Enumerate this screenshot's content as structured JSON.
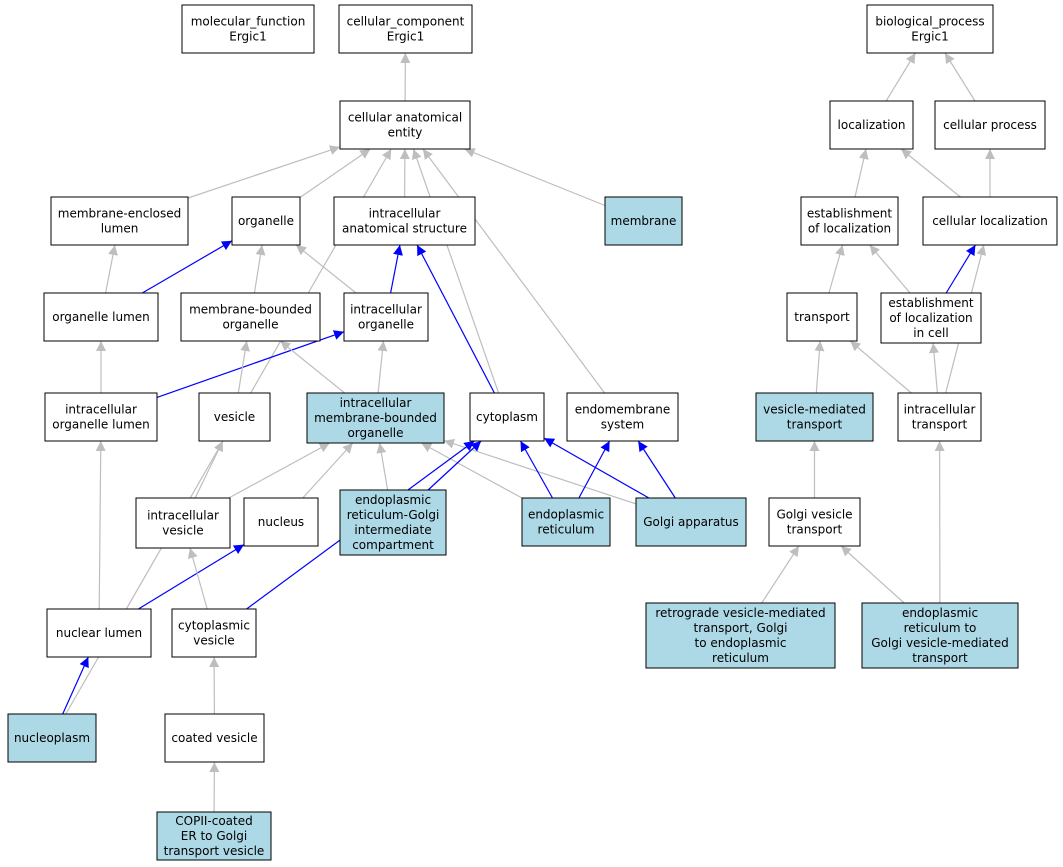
{
  "colors": {
    "highlight_fill": "#add8e6",
    "plain_fill": "#ffffff",
    "gray_edge": "#bebebe",
    "blue_edge": "#0000ff"
  },
  "nodes": [
    {
      "id": "molecular_function",
      "lines": [
        "molecular_function",
        "Ergic1"
      ],
      "highlighted": false
    },
    {
      "id": "cellular_component",
      "lines": [
        "cellular_component",
        "Ergic1"
      ],
      "highlighted": false
    },
    {
      "id": "biological_process",
      "lines": [
        "biological_process",
        "Ergic1"
      ],
      "highlighted": false
    },
    {
      "id": "cellular_anatomical_entity",
      "lines": [
        "cellular anatomical",
        "entity"
      ],
      "highlighted": false
    },
    {
      "id": "localization",
      "lines": [
        "localization"
      ],
      "highlighted": false
    },
    {
      "id": "cellular_process",
      "lines": [
        "cellular process"
      ],
      "highlighted": false
    },
    {
      "id": "membrane_enclosed_lumen",
      "lines": [
        "membrane-enclosed",
        "lumen"
      ],
      "highlighted": false
    },
    {
      "id": "organelle",
      "lines": [
        "organelle"
      ],
      "highlighted": false
    },
    {
      "id": "intracellular_anatomical_structure",
      "lines": [
        "intracellular",
        "anatomical structure"
      ],
      "highlighted": false
    },
    {
      "id": "membrane",
      "lines": [
        "membrane"
      ],
      "highlighted": true
    },
    {
      "id": "establishment_of_localization",
      "lines": [
        "establishment",
        "of localization"
      ],
      "highlighted": false
    },
    {
      "id": "cellular_localization",
      "lines": [
        "cellular localization"
      ],
      "highlighted": false
    },
    {
      "id": "organelle_lumen",
      "lines": [
        "organelle lumen"
      ],
      "highlighted": false
    },
    {
      "id": "membrane_bounded_organelle",
      "lines": [
        "membrane-bounded",
        "organelle"
      ],
      "highlighted": false
    },
    {
      "id": "intracellular_organelle",
      "lines": [
        "intracellular",
        "organelle"
      ],
      "highlighted": false
    },
    {
      "id": "transport",
      "lines": [
        "transport"
      ],
      "highlighted": false
    },
    {
      "id": "establishment_of_localization_in_cell",
      "lines": [
        "establishment",
        "of localization",
        "in cell"
      ],
      "highlighted": false
    },
    {
      "id": "intracellular_organelle_lumen",
      "lines": [
        "intracellular",
        "organelle lumen"
      ],
      "highlighted": false
    },
    {
      "id": "vesicle",
      "lines": [
        "vesicle"
      ],
      "highlighted": false
    },
    {
      "id": "intracellular_membrane_bounded_organelle",
      "lines": [
        "intracellular",
        "membrane-bounded",
        "organelle"
      ],
      "highlighted": true
    },
    {
      "id": "cytoplasm",
      "lines": [
        "cytoplasm"
      ],
      "highlighted": false
    },
    {
      "id": "endomembrane_system",
      "lines": [
        "endomembrane",
        "system"
      ],
      "highlighted": false
    },
    {
      "id": "vesicle_mediated_transport",
      "lines": [
        "vesicle-mediated",
        "transport"
      ],
      "highlighted": true
    },
    {
      "id": "intracellular_transport",
      "lines": [
        "intracellular",
        "transport"
      ],
      "highlighted": false
    },
    {
      "id": "intracellular_vesicle",
      "lines": [
        "intracellular",
        "vesicle"
      ],
      "highlighted": false
    },
    {
      "id": "nucleus",
      "lines": [
        "nucleus"
      ],
      "highlighted": false
    },
    {
      "id": "ergic",
      "lines": [
        "endoplasmic",
        "reticulum-Golgi",
        "intermediate",
        "compartment"
      ],
      "highlighted": true
    },
    {
      "id": "endoplasmic_reticulum",
      "lines": [
        "endoplasmic",
        "reticulum"
      ],
      "highlighted": true
    },
    {
      "id": "golgi_apparatus",
      "lines": [
        "Golgi apparatus"
      ],
      "highlighted": true
    },
    {
      "id": "golgi_vesicle_transport",
      "lines": [
        "Golgi vesicle",
        "transport"
      ],
      "highlighted": false
    },
    {
      "id": "nuclear_lumen",
      "lines": [
        "nuclear lumen"
      ],
      "highlighted": false
    },
    {
      "id": "cytoplasmic_vesicle",
      "lines": [
        "cytoplasmic",
        "vesicle"
      ],
      "highlighted": false
    },
    {
      "id": "retrograde_transport",
      "lines": [
        "retrograde vesicle-mediated",
        "transport, Golgi",
        "to endoplasmic",
        "reticulum"
      ],
      "highlighted": true
    },
    {
      "id": "er_to_golgi_transport",
      "lines": [
        "endoplasmic",
        "reticulum to",
        "Golgi vesicle-mediated",
        "transport"
      ],
      "highlighted": true
    },
    {
      "id": "nucleoplasm",
      "lines": [
        "nucleoplasm"
      ],
      "highlighted": true
    },
    {
      "id": "coated_vesicle",
      "lines": [
        "coated vesicle"
      ],
      "highlighted": false
    },
    {
      "id": "copii_vesicle",
      "lines": [
        "COPII-coated",
        "ER to Golgi",
        "transport vesicle"
      ],
      "highlighted": true
    }
  ],
  "edges": [
    {
      "from": "cellular_anatomical_entity",
      "to": "cellular_component",
      "color": "gray"
    },
    {
      "from": "localization",
      "to": "biological_process",
      "color": "gray"
    },
    {
      "from": "cellular_process",
      "to": "biological_process",
      "color": "gray"
    },
    {
      "from": "membrane_enclosed_lumen",
      "to": "cellular_anatomical_entity",
      "color": "gray"
    },
    {
      "from": "organelle",
      "to": "cellular_anatomical_entity",
      "color": "gray"
    },
    {
      "from": "intracellular_anatomical_structure",
      "to": "cellular_anatomical_entity",
      "color": "gray"
    },
    {
      "from": "membrane",
      "to": "cellular_anatomical_entity",
      "color": "gray"
    },
    {
      "from": "cytoplasm",
      "to": "cellular_anatomical_entity",
      "color": "gray"
    },
    {
      "from": "endomembrane_system",
      "to": "cellular_anatomical_entity",
      "color": "gray"
    },
    {
      "from": "nucleoplasm",
      "to": "cellular_anatomical_entity",
      "color": "gray"
    },
    {
      "from": "establishment_of_localization",
      "to": "localization",
      "color": "gray"
    },
    {
      "from": "cellular_localization",
      "to": "localization",
      "color": "gray"
    },
    {
      "from": "cellular_localization",
      "to": "cellular_process",
      "color": "gray"
    },
    {
      "from": "organelle_lumen",
      "to": "membrane_enclosed_lumen",
      "color": "gray"
    },
    {
      "from": "organelle_lumen",
      "to": "organelle",
      "color": "blue"
    },
    {
      "from": "membrane_bounded_organelle",
      "to": "organelle",
      "color": "gray"
    },
    {
      "from": "intracellular_organelle",
      "to": "organelle",
      "color": "gray"
    },
    {
      "from": "intracellular_organelle",
      "to": "intracellular_anatomical_structure",
      "color": "blue"
    },
    {
      "from": "cytoplasm",
      "to": "intracellular_anatomical_structure",
      "color": "blue"
    },
    {
      "from": "transport",
      "to": "establishment_of_localization",
      "color": "gray"
    },
    {
      "from": "establishment_of_localization_in_cell",
      "to": "establishment_of_localization",
      "color": "gray"
    },
    {
      "from": "establishment_of_localization_in_cell",
      "to": "cellular_localization",
      "color": "blue"
    },
    {
      "from": "intracellular_transport",
      "to": "cellular_localization",
      "color": "gray"
    },
    {
      "from": "intracellular_organelle_lumen",
      "to": "organelle_lumen",
      "color": "gray"
    },
    {
      "from": "intracellular_organelle_lumen",
      "to": "intracellular_organelle",
      "color": "blue"
    },
    {
      "from": "vesicle",
      "to": "membrane_bounded_organelle",
      "color": "gray"
    },
    {
      "from": "intracellular_membrane_bounded_organelle",
      "to": "membrane_bounded_organelle",
      "color": "gray"
    },
    {
      "from": "intracellular_membrane_bounded_organelle",
      "to": "intracellular_organelle",
      "color": "gray"
    },
    {
      "from": "vesicle_mediated_transport",
      "to": "transport",
      "color": "gray"
    },
    {
      "from": "intracellular_transport",
      "to": "transport",
      "color": "gray"
    },
    {
      "from": "intracellular_transport",
      "to": "establishment_of_localization_in_cell",
      "color": "gray"
    },
    {
      "from": "intracellular_vesicle",
      "to": "vesicle",
      "color": "gray"
    },
    {
      "from": "intracellular_vesicle",
      "to": "intracellular_membrane_bounded_organelle",
      "color": "gray"
    },
    {
      "from": "nucleus",
      "to": "intracellular_membrane_bounded_organelle",
      "color": "gray"
    },
    {
      "from": "ergic",
      "to": "intracellular_membrane_bounded_organelle",
      "color": "gray"
    },
    {
      "from": "endoplasmic_reticulum",
      "to": "intracellular_membrane_bounded_organelle",
      "color": "gray"
    },
    {
      "from": "golgi_apparatus",
      "to": "intracellular_membrane_bounded_organelle",
      "color": "gray"
    },
    {
      "from": "ergic",
      "to": "cytoplasm",
      "color": "blue"
    },
    {
      "from": "endoplasmic_reticulum",
      "to": "cytoplasm",
      "color": "blue"
    },
    {
      "from": "golgi_apparatus",
      "to": "cytoplasm",
      "color": "blue"
    },
    {
      "from": "cytoplasmic_vesicle",
      "to": "cytoplasm",
      "color": "blue"
    },
    {
      "from": "endoplasmic_reticulum",
      "to": "endomembrane_system",
      "color": "blue"
    },
    {
      "from": "golgi_apparatus",
      "to": "endomembrane_system",
      "color": "blue"
    },
    {
      "from": "golgi_vesicle_transport",
      "to": "vesicle_mediated_transport",
      "color": "gray"
    },
    {
      "from": "nuclear_lumen",
      "to": "intracellular_organelle_lumen",
      "color": "gray"
    },
    {
      "from": "nuclear_lumen",
      "to": "nucleus",
      "color": "blue"
    },
    {
      "from": "cytoplasmic_vesicle",
      "to": "intracellular_vesicle",
      "color": "gray"
    },
    {
      "from": "retrograde_transport",
      "to": "golgi_vesicle_transport",
      "color": "gray"
    },
    {
      "from": "er_to_golgi_transport",
      "to": "golgi_vesicle_transport",
      "color": "gray"
    },
    {
      "from": "er_to_golgi_transport",
      "to": "intracellular_transport",
      "color": "gray"
    },
    {
      "from": "nucleoplasm",
      "to": "nuclear_lumen",
      "color": "blue"
    },
    {
      "from": "coated_vesicle",
      "to": "cytoplasmic_vesicle",
      "color": "gray"
    },
    {
      "from": "copii_vesicle",
      "to": "coated_vesicle",
      "color": "gray"
    }
  ]
}
